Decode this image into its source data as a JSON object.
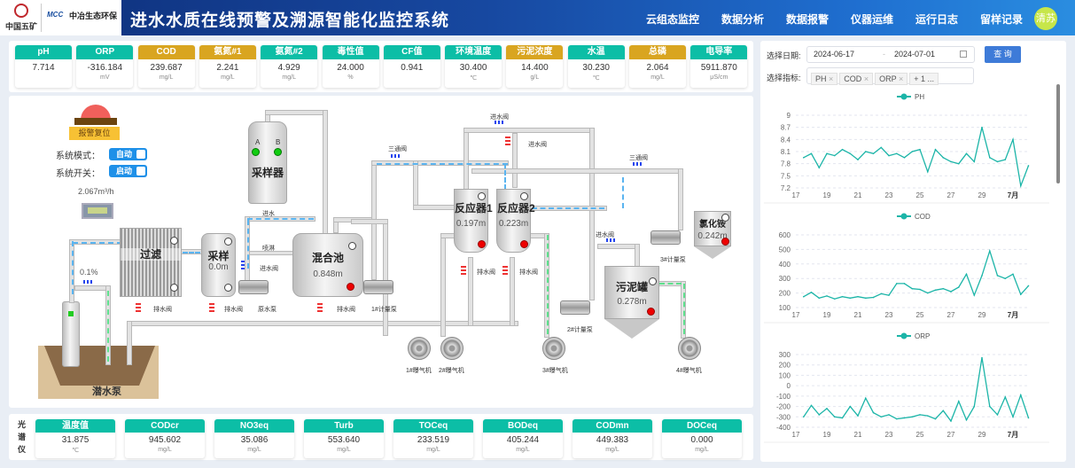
{
  "header": {
    "logo1": "中国五矿",
    "logo2_brand": "MCC",
    "logo2": "中冶生态环保",
    "title": "进水水质在线预警及溯源智能化监控系统",
    "nav": [
      "云组态监控",
      "数据分析",
      "数据报警",
      "仪器运维",
      "运行日志",
      "留样记录"
    ],
    "user": "清苏"
  },
  "metrics": [
    {
      "label": "pH",
      "value": "7.714",
      "unit": "",
      "color": "#0cbea6"
    },
    {
      "label": "ORP",
      "value": "-316.184",
      "unit": "mV",
      "color": "#0cbea6"
    },
    {
      "label": "COD",
      "value": "239.687",
      "unit": "mg/L",
      "color": "#d9a520"
    },
    {
      "label": "氨氮#1",
      "value": "2.241",
      "unit": "mg/L",
      "color": "#d9a520"
    },
    {
      "label": "氨氮#2",
      "value": "4.929",
      "unit": "mg/L",
      "color": "#0cbea6"
    },
    {
      "label": "毒性值",
      "value": "24.000",
      "unit": "%",
      "color": "#0cbea6"
    },
    {
      "label": "CF值",
      "value": "0.941",
      "unit": "",
      "color": "#0cbea6"
    },
    {
      "label": "环境温度",
      "value": "30.400",
      "unit": "℃",
      "color": "#0cbea6"
    },
    {
      "label": "污泥浓度",
      "value": "14.400",
      "unit": "g/L",
      "color": "#d9a520"
    },
    {
      "label": "水温",
      "value": "30.230",
      "unit": "℃",
      "color": "#0cbea6"
    },
    {
      "label": "总磷",
      "value": "2.064",
      "unit": "mg/L",
      "color": "#d9a520"
    },
    {
      "label": "电导率",
      "value": "5911.870",
      "unit": "μS/cm",
      "color": "#0cbea6"
    }
  ],
  "spectro": {
    "label": "光谱仪",
    "items": [
      {
        "label": "温度值",
        "value": "31.875",
        "unit": "℃"
      },
      {
        "label": "CODcr",
        "value": "945.602",
        "unit": "mg/L"
      },
      {
        "label": "NO3eq",
        "value": "35.086",
        "unit": "mg/L"
      },
      {
        "label": "Turb",
        "value": "553.640",
        "unit": "mg/L"
      },
      {
        "label": "TOCeq",
        "value": "233.519",
        "unit": "mg/L"
      },
      {
        "label": "BODeq",
        "value": "405.244",
        "unit": "mg/L"
      },
      {
        "label": "CODmn",
        "value": "449.383",
        "unit": "mg/L"
      },
      {
        "label": "DOCeq",
        "value": "0.000",
        "unit": "mg/L"
      }
    ]
  },
  "diagram": {
    "alarm_reset": "报警复位",
    "mode_label": "系统模式：",
    "mode_value": "自动",
    "switch_label": "系统开关：",
    "switch_value": "启动",
    "flow": "2.067m³/h",
    "percent": "0.1%",
    "pump_sub": "潜水泵",
    "filter": "过滤",
    "sampling": "采样",
    "sampling_level": "0.0m",
    "sampler": "采样器",
    "sampler_a": "A",
    "sampler_b": "B",
    "mix": "混合池",
    "mix_level": "0.848m",
    "reactor1": "反应器1",
    "reactor1_level": "0.197m",
    "reactor2": "反应器2",
    "reactor2_level": "0.223m",
    "sludge": "污泥罐",
    "sludge_level": "0.278m",
    "nh4cl": "氯化铵",
    "nh4cl_level": "0.242m",
    "drain": "排水阀",
    "inlet": "进水",
    "spray": "喷淋",
    "inlet_valve": "进水阀",
    "raw_pump": "原水泵",
    "three_way": "三通阀",
    "meter1": "1#计量泵",
    "meter2": "2#计量泵",
    "meter3": "3#计量泵",
    "blower1": "1#曝气机",
    "blower2": "2#曝气机",
    "blower3": "3#曝气机",
    "blower4": "4#曝气机"
  },
  "query": {
    "date_label": "选择日期:",
    "start": "2024-06-17",
    "sep": "-",
    "end": "2024-07-01",
    "button": "查 询",
    "ind_label": "选择指标:",
    "tags": [
      "PH",
      "COD",
      "ORP"
    ],
    "more": "+ 1 ...",
    "close": "×"
  },
  "chart_data": [
    {
      "type": "line",
      "legend": "PH",
      "color": "#1cb5a8",
      "ylim": [
        7.2,
        9
      ],
      "yticks": [
        7.2,
        7.5,
        7.8,
        8.1,
        8.4,
        8.7,
        9
      ],
      "xticks": [
        "17",
        "19",
        "21",
        "23",
        "25",
        "27",
        "29",
        "7月"
      ],
      "grid": true,
      "x": [
        "06-17 12:00",
        "06-18 00:00",
        "06-18 12:00",
        "06-19 00:00",
        "06-19 12:00",
        "06-20 00:00",
        "06-20 12:00",
        "06-21 00:00",
        "06-21 12:00",
        "06-22 00:00",
        "06-22 12:00",
        "06-23 00:00",
        "06-23 12:00",
        "06-24 00:00",
        "06-24 12:00",
        "06-25 00:00",
        "06-25 12:00",
        "06-26 00:00",
        "06-26 12:00",
        "06-27 00:00",
        "06-27 12:00",
        "06-28 00:00",
        "06-28 12:00",
        "06-29 00:00",
        "06-29 12:00",
        "06-30 00:00",
        "06-30 12:00",
        "07-01 00:00",
        "07-01 12:00",
        "07-02 00:00"
      ],
      "values": [
        7.95,
        8.05,
        7.7,
        8.05,
        8.0,
        8.15,
        8.05,
        7.9,
        8.1,
        8.05,
        8.2,
        8.0,
        8.05,
        7.95,
        8.1,
        8.15,
        7.6,
        8.15,
        7.95,
        7.85,
        7.8,
        8.05,
        7.85,
        8.7,
        7.95,
        7.85,
        7.9,
        8.4,
        7.25,
        7.75
      ]
    },
    {
      "type": "line",
      "legend": "COD",
      "color": "#1cb5a8",
      "ylim": [
        100,
        600
      ],
      "yticks": [
        100,
        200,
        300,
        400,
        500,
        600
      ],
      "xticks": [
        "17",
        "19",
        "21",
        "23",
        "25",
        "27",
        "29",
        "7月"
      ],
      "grid": true,
      "x": [
        "06-17 12:00",
        "06-18 00:00",
        "06-18 12:00",
        "06-19 00:00",
        "06-19 12:00",
        "06-20 00:00",
        "06-20 12:00",
        "06-21 00:00",
        "06-21 12:00",
        "06-22 00:00",
        "06-22 12:00",
        "06-23 00:00",
        "06-23 12:00",
        "06-24 00:00",
        "06-24 12:00",
        "06-25 00:00",
        "06-25 12:00",
        "06-26 00:00",
        "06-26 12:00",
        "06-27 00:00",
        "06-27 12:00",
        "06-28 00:00",
        "06-28 12:00",
        "06-29 00:00",
        "06-29 12:00",
        "06-30 00:00",
        "06-30 12:00",
        "07-01 00:00",
        "07-01 12:00",
        "07-02 00:00"
      ],
      "values": [
        175,
        205,
        165,
        180,
        160,
        175,
        165,
        175,
        165,
        170,
        195,
        185,
        265,
        265,
        230,
        225,
        200,
        220,
        230,
        210,
        240,
        330,
        185,
        320,
        490,
        320,
        300,
        330,
        190,
        250
      ]
    },
    {
      "type": "line",
      "legend": "ORP",
      "color": "#1cb5a8",
      "ylim": [
        -400,
        300
      ],
      "yticks": [
        -400,
        -300,
        -200,
        -100,
        0,
        100,
        200,
        300
      ],
      "xticks": [
        "17",
        "19",
        "21",
        "23",
        "25",
        "27",
        "29",
        "7月"
      ],
      "grid": true,
      "x": [
        "06-17 12:00",
        "06-18 00:00",
        "06-18 12:00",
        "06-19 00:00",
        "06-19 12:00",
        "06-20 00:00",
        "06-20 12:00",
        "06-21 00:00",
        "06-21 12:00",
        "06-22 00:00",
        "06-22 12:00",
        "06-23 00:00",
        "06-23 12:00",
        "06-24 00:00",
        "06-24 12:00",
        "06-25 00:00",
        "06-25 12:00",
        "06-26 00:00",
        "06-26 12:00",
        "06-27 00:00",
        "06-27 12:00",
        "06-28 00:00",
        "06-28 12:00",
        "06-29 00:00",
        "06-29 12:00",
        "06-30 00:00",
        "06-30 12:00",
        "07-01 00:00",
        "07-01 12:00",
        "07-02 00:00"
      ],
      "values": [
        -300,
        -190,
        -280,
        -220,
        -300,
        -310,
        -200,
        -290,
        -120,
        -260,
        -300,
        -280,
        -320,
        -310,
        -300,
        -280,
        -290,
        -320,
        -240,
        -340,
        -150,
        -330,
        -200,
        270,
        -200,
        -280,
        -110,
        -300,
        -90,
        -310
      ]
    }
  ]
}
